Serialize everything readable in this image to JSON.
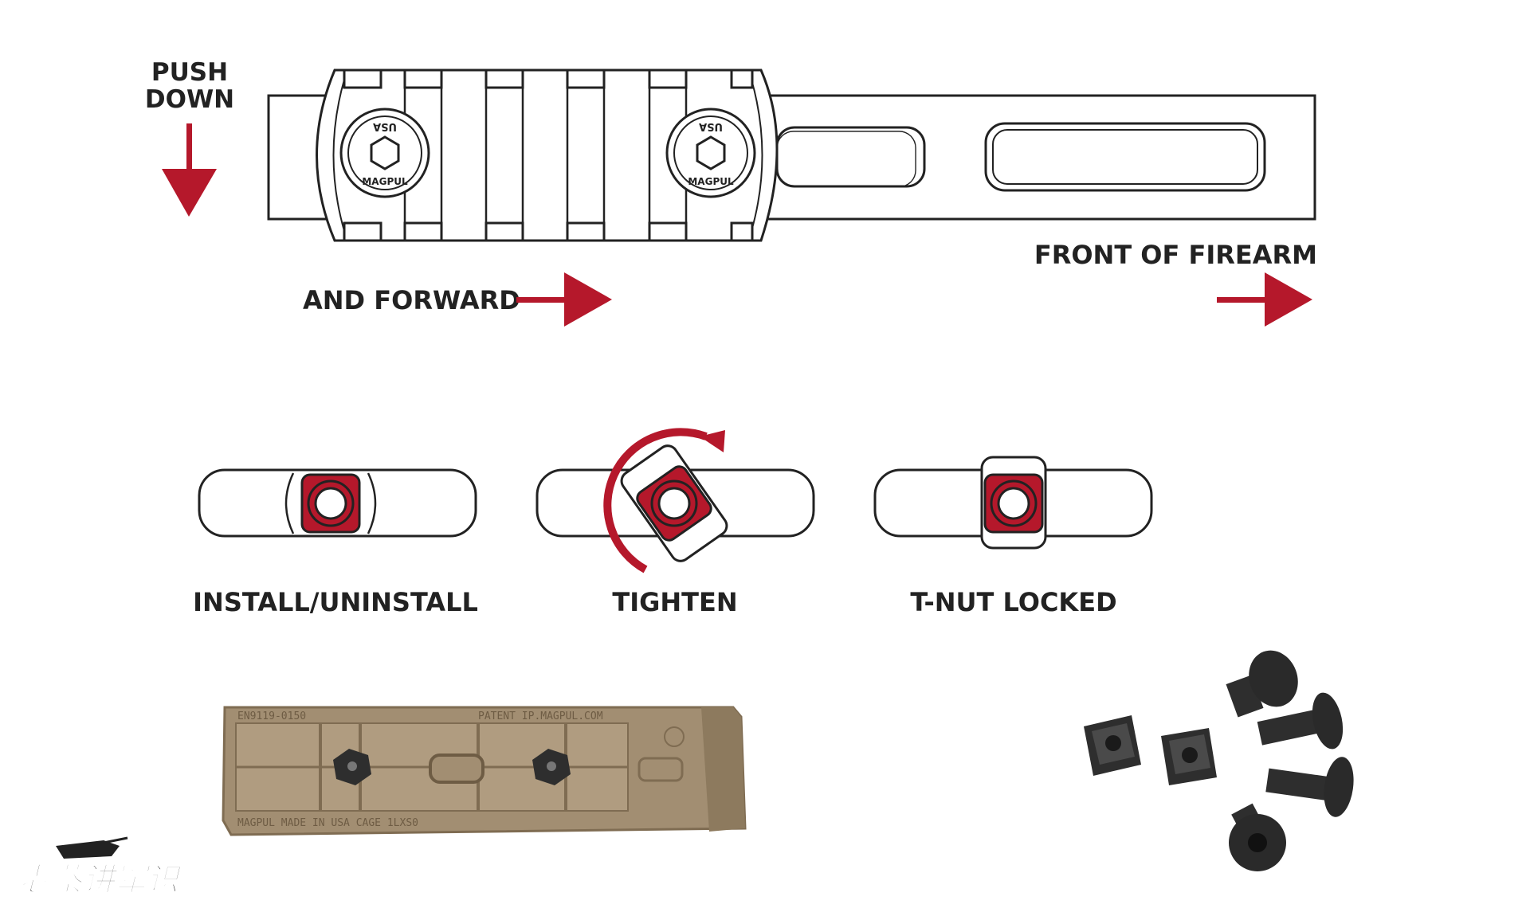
{
  "labels": {
    "push": "PUSH",
    "down": "DOWN",
    "and_forward": "AND FORWARD",
    "front_of_firearm": "FRONT OF FIREARM"
  },
  "rail_markings": {
    "usa": "USA",
    "magpul": "MAGPUL"
  },
  "steps": [
    {
      "label": "INSTALL/UNINSTALL"
    },
    {
      "label": "TIGHTEN"
    },
    {
      "label": "T-NUT LOCKED"
    }
  ],
  "product_markings": {
    "top_left": "EN9119-0150",
    "top_right": "PATENT IP.MAGPUL.COM",
    "bottom": "MAGPUL   MADE IN USA   CAGE 1LXS0"
  },
  "watermark": {
    "text": "老蔡讲军识"
  },
  "colors": {
    "accent": "#B5182B",
    "line": "#222222",
    "tan": "#A28E72",
    "tan_dark": "#7F6C52",
    "hardware": "#2E2E2E"
  },
  "icons": {
    "arrow": "arrow-down-icon",
    "arrow_right": "arrow-right-icon",
    "rotate": "rotate-clockwise-icon"
  }
}
